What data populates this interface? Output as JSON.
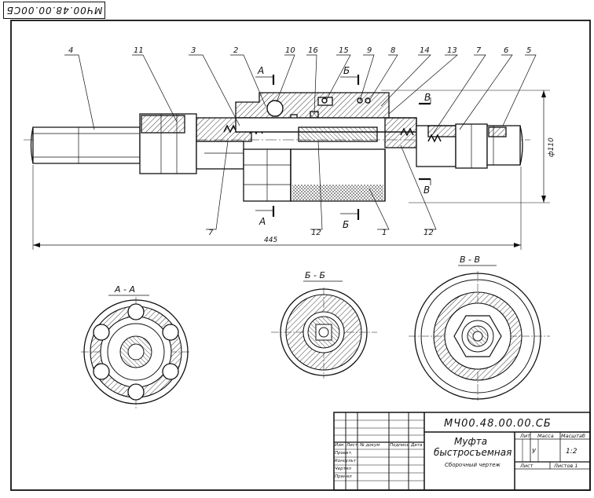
{
  "document": {
    "stamp_code": "МЧ00.48.00.00СБ"
  },
  "callouts": [
    "4",
    "11",
    "3",
    "2",
    "10",
    "16",
    "15",
    "9",
    "8",
    "14",
    "13",
    "7",
    "6",
    "5",
    "7",
    "12",
    "12",
    "1"
  ],
  "section_markers": {
    "A_left_top": "А",
    "A_left_bottom": "А",
    "B_top": "Б",
    "B_bottom": "Б",
    "V_top": "В",
    "V_bottom": "В"
  },
  "dimensions": {
    "overall_length": "445",
    "diameter": "ф110"
  },
  "section_titles": {
    "aa": "А - А",
    "bb": "Б - Б",
    "vv": "В - В"
  },
  "title_block": {
    "doc_number": "МЧ00.48.00.00.СБ",
    "name_line1": "Муфта",
    "name_line2": "быстросъемная",
    "doc_type": "Сборочный чертеж",
    "col_lit": "Лит",
    "col_mass": "Масса",
    "col_scale": "Масштаб",
    "lit_value": "У",
    "scale_value": "1:2",
    "sheet_label": "Лист",
    "sheets_label": "Листов 1",
    "change_headers": [
      "Изм",
      "Лист",
      "№ докум",
      "Подпись",
      "Дата"
    ],
    "roles": [
      "Проект.",
      "Консульт",
      "Чертил",
      "Принял"
    ]
  }
}
